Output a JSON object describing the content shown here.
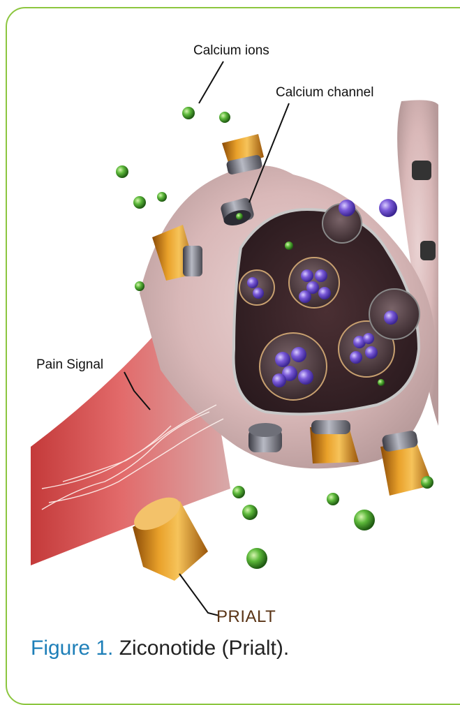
{
  "labels": {
    "calcium_ions": "Calcium ions",
    "calcium_channel": "Calcium channel",
    "pain_signal": "Pain Signal",
    "prialt": "PRIALT"
  },
  "caption": {
    "figure": "Figure 1.",
    "text": "Ziconotide (Prialt)."
  },
  "colors": {
    "frame": "#8cc63f",
    "figure_label": "#1e7fb8",
    "prialt_label": "#5a3416",
    "calcium_ion": "#4caf3a",
    "vesicle_ion": "#6a4fc8",
    "drug": "#d68a16"
  }
}
